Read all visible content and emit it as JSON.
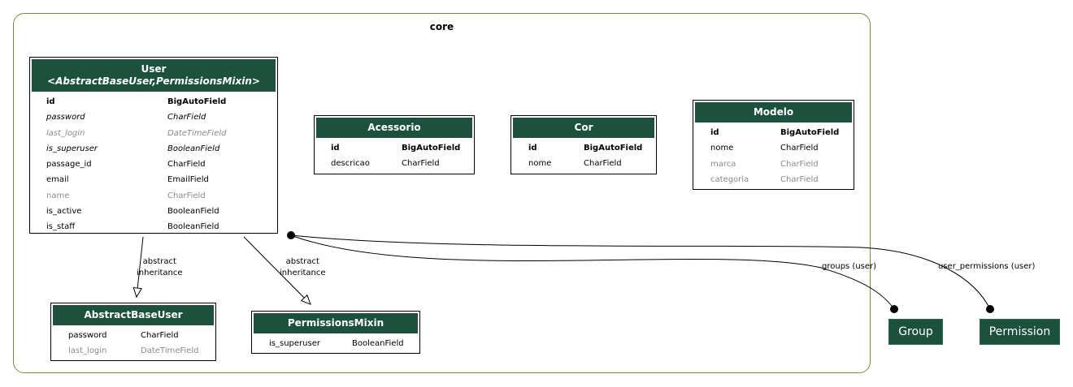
{
  "cluster": {
    "title": "core"
  },
  "models": {
    "user": {
      "title": "User",
      "subtitle": "<AbstractBaseUser,PermissionsMixin>",
      "fields": [
        {
          "name": "id",
          "type": "BigAutoField",
          "style": "pk"
        },
        {
          "name": "password",
          "type": "CharField",
          "style": "it"
        },
        {
          "name": "last_login",
          "type": "DateTimeField",
          "style": "it gr"
        },
        {
          "name": "is_superuser",
          "type": "BooleanField",
          "style": "it"
        },
        {
          "name": "passage_id",
          "type": "CharField",
          "style": ""
        },
        {
          "name": "email",
          "type": "EmailField",
          "style": ""
        },
        {
          "name": "name",
          "type": "CharField",
          "style": "gr"
        },
        {
          "name": "is_active",
          "type": "BooleanField",
          "style": ""
        },
        {
          "name": "is_staff",
          "type": "BooleanField",
          "style": ""
        }
      ]
    },
    "acessorio": {
      "title": "Acessorio",
      "fields": [
        {
          "name": "id",
          "type": "BigAutoField",
          "style": "pk"
        },
        {
          "name": "descricao",
          "type": "CharField",
          "style": ""
        }
      ]
    },
    "cor": {
      "title": "Cor",
      "fields": [
        {
          "name": "id",
          "type": "BigAutoField",
          "style": "pk"
        },
        {
          "name": "nome",
          "type": "CharField",
          "style": ""
        }
      ]
    },
    "modelo": {
      "title": "Modelo",
      "fields": [
        {
          "name": "id",
          "type": "BigAutoField",
          "style": "pk"
        },
        {
          "name": "nome",
          "type": "CharField",
          "style": ""
        },
        {
          "name": "marca",
          "type": "CharField",
          "style": "gr"
        },
        {
          "name": "categoria",
          "type": "CharField",
          "style": "gr"
        }
      ]
    },
    "abstractbaseuser": {
      "title": "AbstractBaseUser",
      "fields": [
        {
          "name": "password",
          "type": "CharField",
          "style": ""
        },
        {
          "name": "last_login",
          "type": "DateTimeField",
          "style": "gr"
        }
      ]
    },
    "permissionsmixin": {
      "title": "PermissionsMixin",
      "fields": [
        {
          "name": "is_superuser",
          "type": "BooleanField",
          "style": ""
        }
      ]
    }
  },
  "external": {
    "group": "Group",
    "permission": "Permission"
  },
  "edges": {
    "inherit_abu": "abstract\ninheritance",
    "inherit_pm": "abstract\ninheritance",
    "groups": "groups (user)",
    "user_permissions": "user_permissions (user)"
  },
  "colors": {
    "header": "#1c523d",
    "cluster_border": "#7a8a3a",
    "inactive_text": "#8a8a8a"
  }
}
